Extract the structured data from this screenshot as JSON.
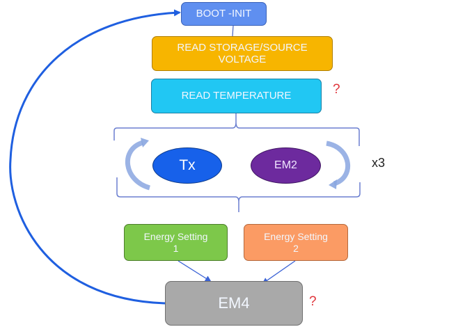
{
  "nodes": {
    "boot_init": "BOOT -INIT",
    "read_storage_line1": "READ STORAGE/SOURCE",
    "read_storage_line2": "VOLTAGE",
    "read_temperature": "READ TEMPERATURE",
    "tx": "Tx",
    "em2": "EM2",
    "energy_setting_1_line1": "Energy Setting",
    "energy_setting_1_line2": "1",
    "energy_setting_2_line1": "Energy Setting",
    "energy_setting_2_line2": "2",
    "em4": "EM4"
  },
  "annotations": {
    "loop_count": "x3",
    "temperature_question": "?",
    "em4_question": "?"
  },
  "colors": {
    "boot": "#5f8ff0",
    "storage": "#f7b500",
    "temperature": "#21c7f3",
    "tx": "#1761ea",
    "em2": "#6d2a9e",
    "energy_setting_1": "#7dc84a",
    "energy_setting_2": "#fb9b64",
    "em4": "#a9a9a9",
    "loop_arrow": "#1f5fe0",
    "question": "#e0343a"
  }
}
